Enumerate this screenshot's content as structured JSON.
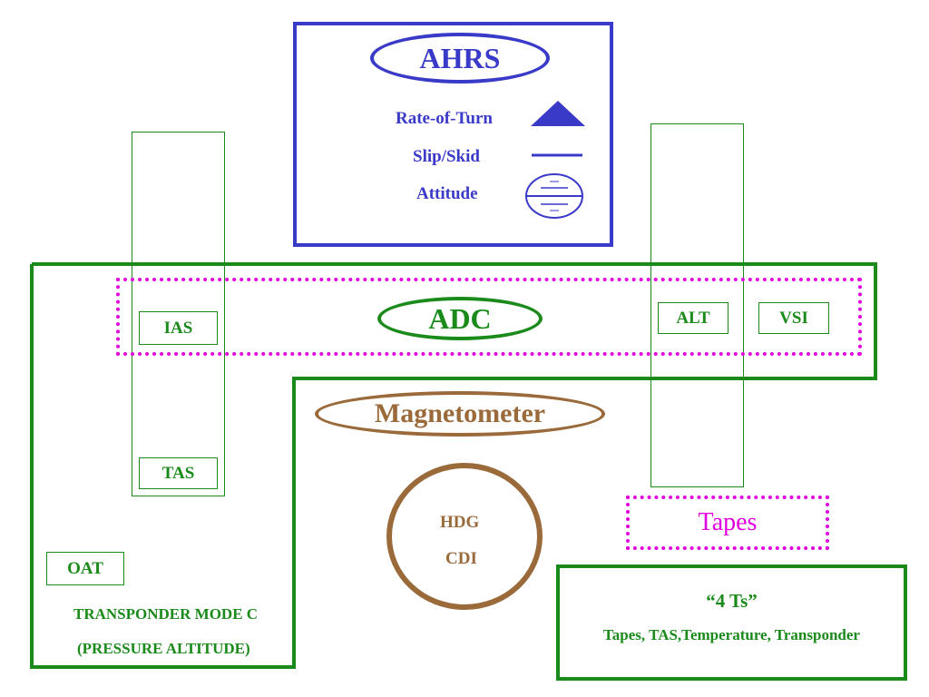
{
  "ahrs": {
    "title": "AHRS",
    "items": [
      {
        "label": "Rate-of-Turn",
        "icon": "triangle-icon"
      },
      {
        "label": "Slip/Skid",
        "icon": "line-icon"
      },
      {
        "label": "Attitude",
        "icon": "attitude-indicator-icon"
      }
    ]
  },
  "adc": {
    "title": "ADC",
    "boxes": {
      "ias": "IAS",
      "tas": "TAS",
      "alt": "ALT",
      "vsi": "VSI",
      "oat": "OAT"
    },
    "transponder_line1": "TRANSPONDER MODE C",
    "transponder_line2": "(PRESSURE ALTITUDE)"
  },
  "magnetometer": {
    "title": "Magnetometer",
    "instrument_line1": "HDG",
    "instrument_line2": "CDI"
  },
  "tapes": {
    "label": "Tapes"
  },
  "four_ts": {
    "title": "“4 Ts”",
    "subtitle": "Tapes, TAS,Temperature, Transponder"
  },
  "colors": {
    "ahrs": "#3a3ac8",
    "adc": "#1a8a1a",
    "magnetometer": "#9a6a3a",
    "tapes": "#e000e0"
  }
}
